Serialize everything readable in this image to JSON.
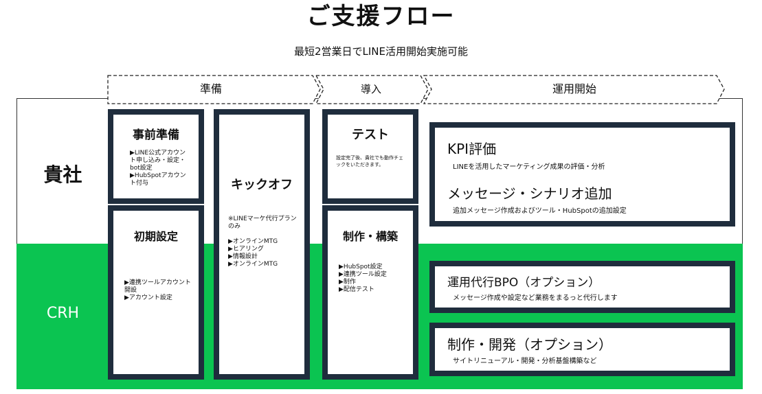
{
  "page": {
    "title": "ご支援フロー",
    "subtitle": "最短2営業日でLINE活用開始実施可能"
  },
  "phases": [
    {
      "label": "準備"
    },
    {
      "label": "導入"
    },
    {
      "label": "運用開始"
    }
  ],
  "rows": {
    "kisha": "貴社",
    "crh": "CRH"
  },
  "boxes": {
    "jizen": {
      "title": "事前準備",
      "text": "▶LINE公式アカウント申し込み・設定・bot設定\n▶HubSpotアカウント付与"
    },
    "shoki": {
      "title": "初期設定",
      "text": "▶連携ツールアカウント開設\n▶アカウント設定"
    },
    "kickoff": {
      "title": "キックオフ",
      "text": "※LINEマーケ代行プランのみ\n\n▶オンラインMTG\n▶ヒアリング\n▶情報設計\n▶オンラインMTG"
    },
    "test": {
      "title": "テスト",
      "text": "設定完了後、貴社でも動作チェックをいただきます。"
    },
    "seisaku": {
      "title": "制作・構築",
      "text": "▶HubSpot設定\n▶連携ツール設定\n▶制作\n▶配信テスト"
    },
    "kpi": {
      "title": "KPI評価",
      "sub": "LINEを活用したマーケティング成果の評価・分析"
    },
    "message": {
      "title": "メッセージ・シナリオ追加",
      "sub": "追加メッセージ作成およびツール・HubSpotの追加設定"
    },
    "bpo": {
      "title": "運用代行BPO（オプション）",
      "sub": "メッセージ作成や設定など業務をまるっと代行します"
    },
    "kaihatsu": {
      "title": "制作・開発（オプション）",
      "sub": "サイトリニューアル・開発・分析基盤構築など"
    }
  }
}
